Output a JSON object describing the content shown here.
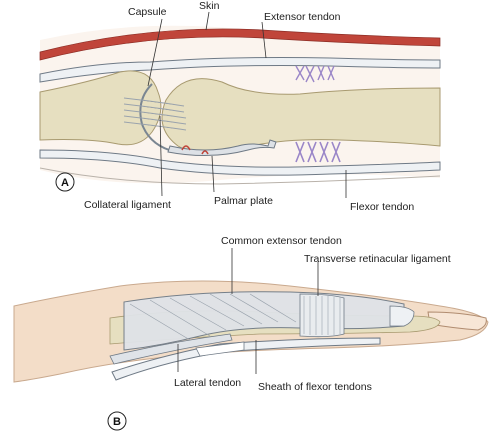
{
  "panel_a": {
    "letter": "A",
    "labels": {
      "capsule": "Capsule",
      "skin": "Skin",
      "extensor_tendon": "Extensor tendon",
      "collateral_ligament": "Collateral ligament",
      "palmar_plate": "Palmar plate",
      "flexor_tendon": "Flexor tendon"
    }
  },
  "panel_b": {
    "letter": "B",
    "labels": {
      "common_extensor_tendon": "Common extensor tendon",
      "transverse_retinacular_ligament": "Transverse retinacular ligament",
      "lateral_tendon": "Lateral tendon",
      "sheath_of_flexor_tendons": "Sheath of flexor tendons"
    }
  },
  "colors": {
    "skin_red": "#c0453a",
    "bone": "#e6dfc0",
    "bone_edge": "#a89a70",
    "flesh": "#f3ddc8",
    "tendon_fill": "#eef1f4",
    "tendon_edge": "#6f7a86",
    "ligament": "#d9dde3",
    "vessel_purple": "#9a86c8"
  }
}
